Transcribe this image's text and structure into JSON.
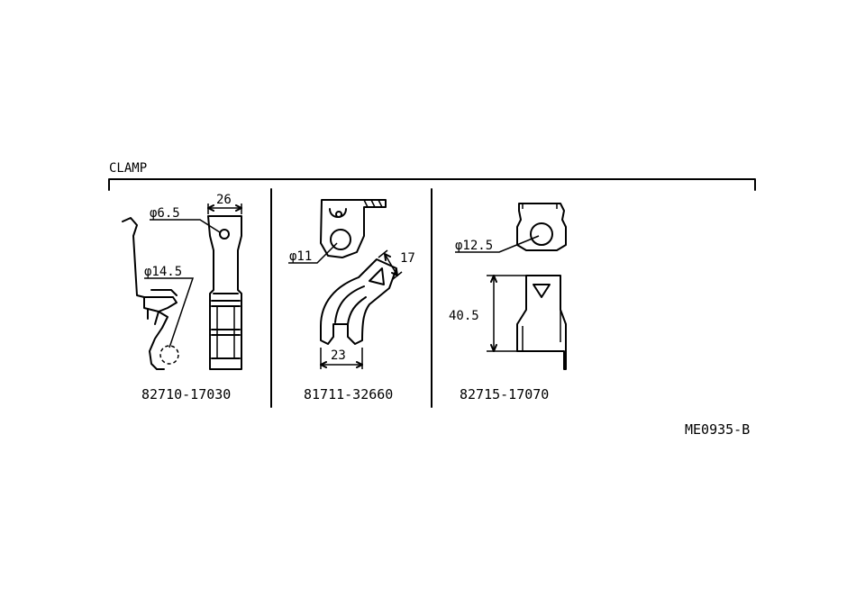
{
  "section_title": "CLAMP",
  "drawing_code": "ME0935-B",
  "parts": [
    {
      "part_number": "82710-17030",
      "dimensions": {
        "hole_small": "φ6.5",
        "hole_large": "φ14.5",
        "width": "26"
      }
    },
    {
      "part_number": "81711-32660",
      "dimensions": {
        "hole": "φ11",
        "thickness": "17",
        "width": "23"
      }
    },
    {
      "part_number": "82715-17070",
      "dimensions": {
        "hole": "φ12.5",
        "length": "40.5"
      }
    }
  ]
}
